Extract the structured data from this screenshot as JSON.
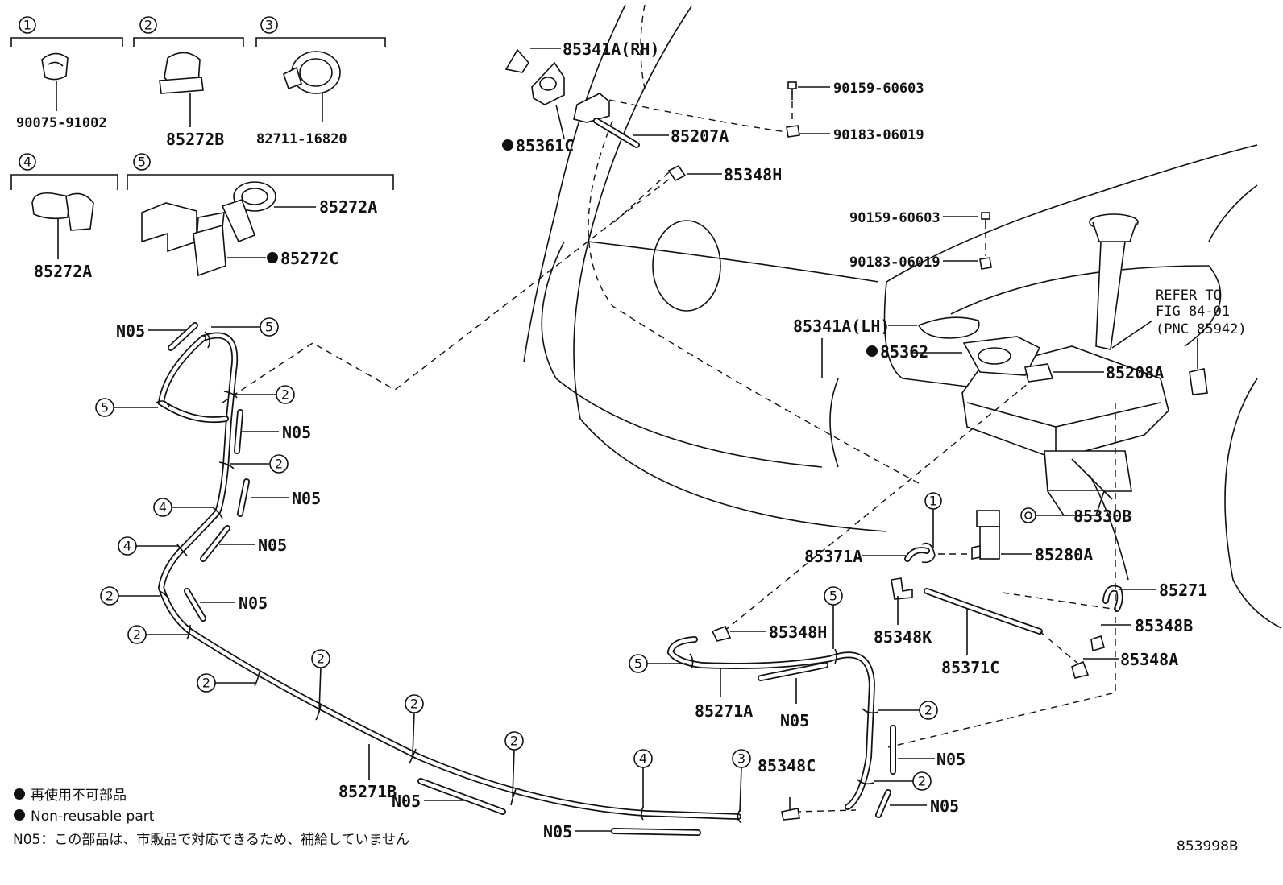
{
  "legend_boxes": [
    {
      "num": "1",
      "part": "90075-91002"
    },
    {
      "num": "2",
      "part": "85272B"
    },
    {
      "num": "3",
      "part": "82711-16820"
    },
    {
      "num": "4",
      "part": "85272A"
    },
    {
      "num": "5",
      "parts": [
        "85272A",
        "85272C"
      ]
    }
  ],
  "labels": {
    "p85341A_RH": "85341A(RH)",
    "p85207A": "85207A",
    "p85361C": "85361C",
    "p85348H_top": "85348H",
    "p90159_top": "90159-60603",
    "p90183_top": "90183-06019",
    "p90159_mid": "90159-60603",
    "p90183_mid": "90183-06019",
    "p85341A_LH": "85341A(LH)",
    "p85362": "85362",
    "p85208A": "85208A",
    "p85330B": "85330B",
    "p85280A": "85280A",
    "p85371A": "85371A",
    "p85348K": "85348K",
    "p85371C": "85371C",
    "p85271": "85271",
    "p85348B": "85348B",
    "p85348A": "85348A",
    "p85348H_low": "85348H",
    "p85271A": "85271A",
    "p85271B": "85271B",
    "p85348C": "85348C",
    "n05": "N05"
  },
  "refer": [
    "REFER TO",
    "FIG 84-01",
    "(PNC 85942)"
  ],
  "notes": {
    "jp_nonreusable": "再使用不可部品",
    "en_nonreusable": "Non-reusable part",
    "n05_note": "N05：この部品は、市販品で対応できるため、補給していません"
  },
  "figure_id": "853998B"
}
